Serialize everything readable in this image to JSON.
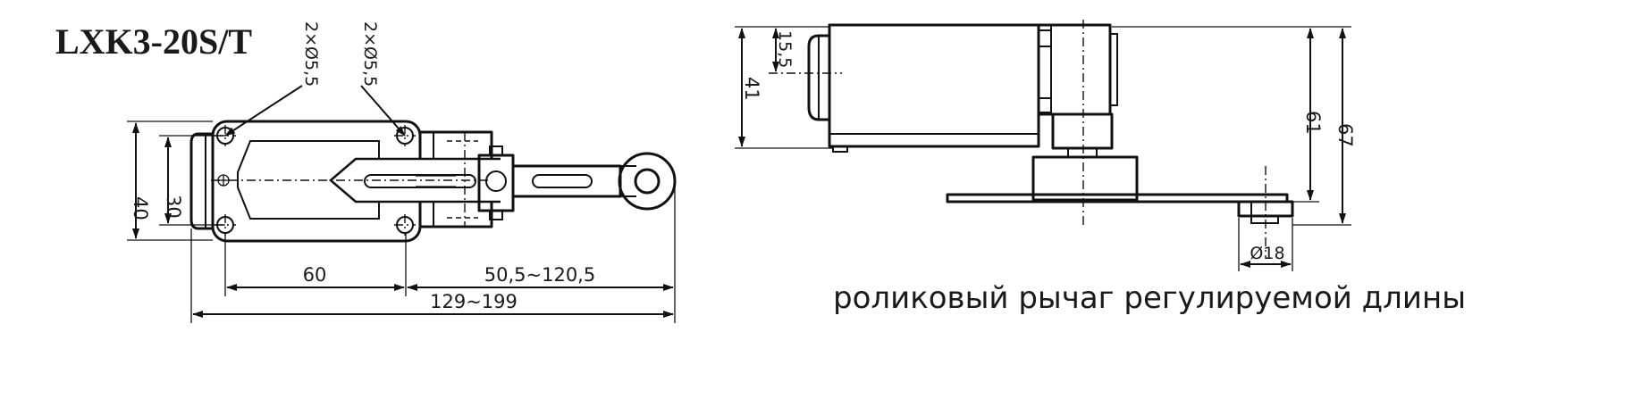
{
  "model": "LXK3-20S/T",
  "front_view": {
    "hole_callout_left": "2×Ø5,5",
    "hole_callout_right": "2×Ø5,5",
    "dim_height_outer": "40",
    "dim_height_holes": "30",
    "dim_hole_spacing": "60",
    "dim_lever_length": "50,5~120,5",
    "dim_total_length": "129~199"
  },
  "side_view": {
    "dim_15_5": "15,5",
    "dim_41": "41",
    "dim_61": "61",
    "dim_67": "67",
    "dim_roller_diameter": "Ø18"
  },
  "caption": "роликовый рычаг регулируемой длины"
}
